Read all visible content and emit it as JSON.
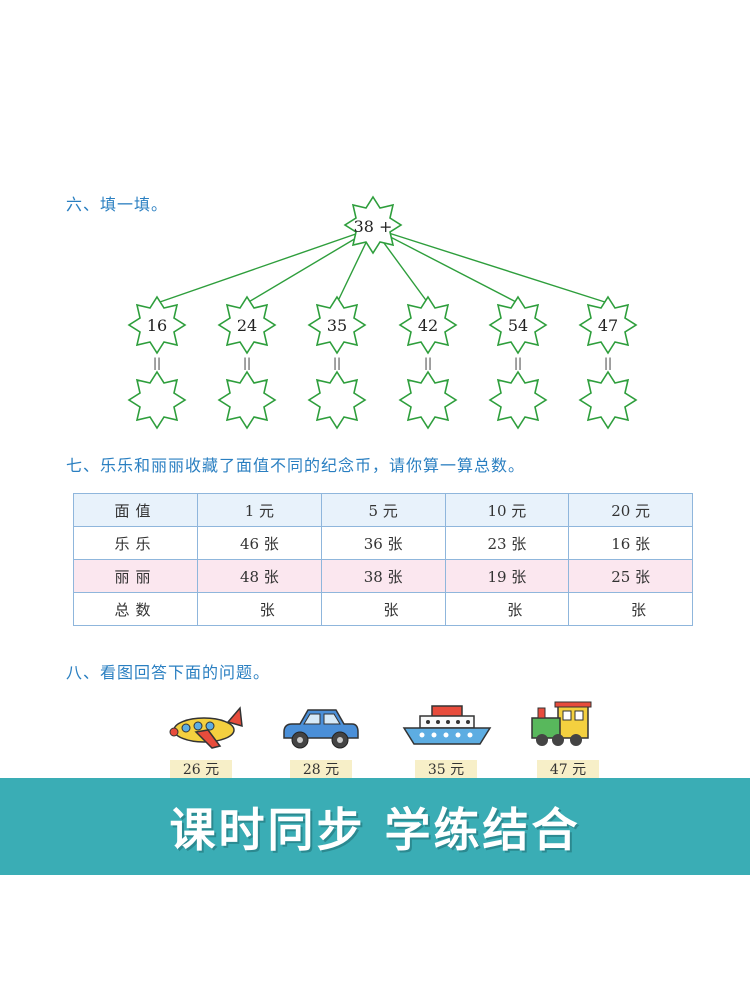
{
  "section6": {
    "heading": "六、填一填。",
    "root_label": "38 +",
    "addends": [
      "16",
      "24",
      "35",
      "42",
      "54",
      "47"
    ],
    "equals": [
      "||",
      "||",
      "||",
      "||",
      "||",
      "||"
    ]
  },
  "section7": {
    "heading": "七、乐乐和丽丽收藏了面值不同的纪念币，请你算一算总数。",
    "header_label": "面值",
    "columns": [
      "1 元",
      "5 元",
      "10 元",
      "20 元"
    ],
    "rows": [
      {
        "label": "乐乐",
        "cells": [
          "46 张",
          "36 张",
          "23 张",
          "16 张"
        ]
      },
      {
        "label": "丽丽",
        "cells": [
          "48 张",
          "38 张",
          "19 张",
          "25 张"
        ]
      },
      {
        "label": "总数",
        "cells": [
          "张",
          "张",
          "张",
          "张"
        ]
      }
    ]
  },
  "section8": {
    "heading": "八、看图回答下面的问题。",
    "items": [
      {
        "icon": "airplane-icon",
        "price": "26 元"
      },
      {
        "icon": "car-icon",
        "price": "28 元"
      },
      {
        "icon": "ship-icon",
        "price": "35 元"
      },
      {
        "icon": "train-icon",
        "price": "47 元"
      }
    ]
  },
  "banner": {
    "text": "课时同步 学练结合"
  },
  "colors": {
    "heading": "#2a7fc1",
    "tree_line": "#2e9e3c",
    "banner": "#3aadb5",
    "table_border": "#8fb6dc"
  }
}
